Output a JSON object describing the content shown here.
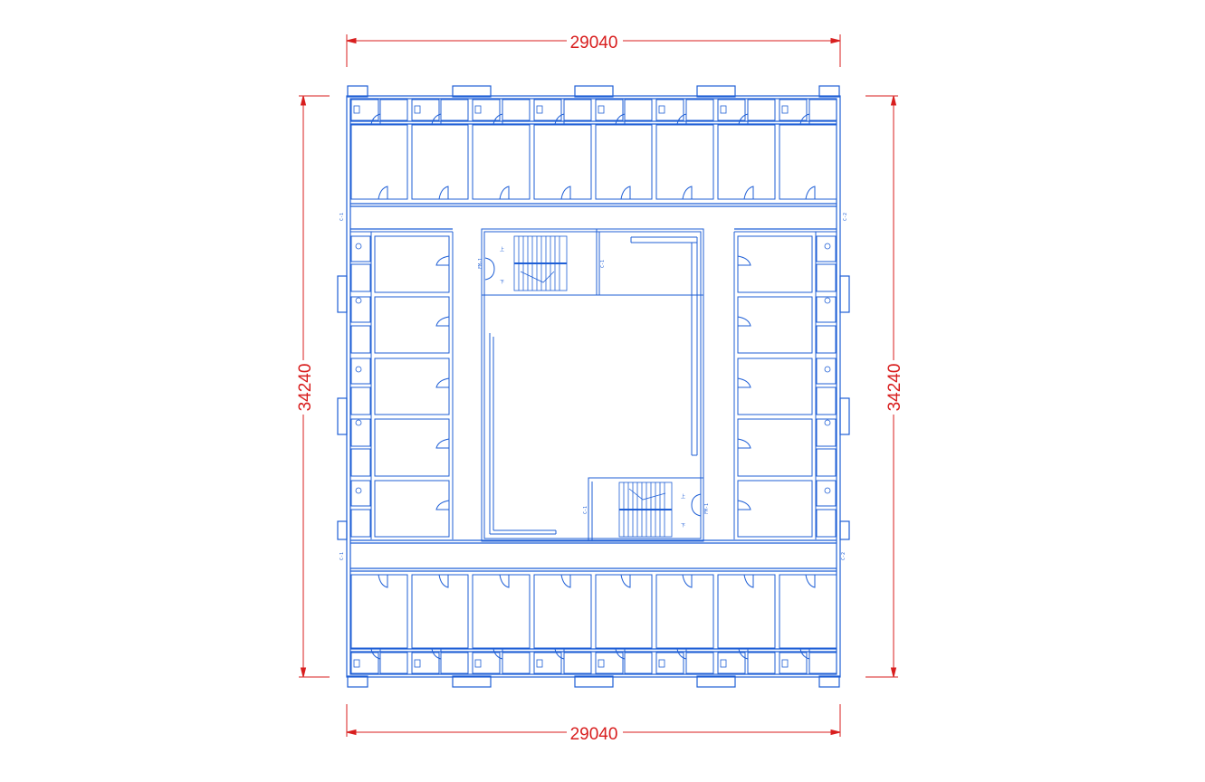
{
  "colors": {
    "wall": "#1f5fd6",
    "wall_light": "#3b7ae8",
    "dimension": "#d81e1e",
    "background": "#ffffff"
  },
  "dimensions": {
    "top_width": "29040",
    "bottom_width": "29040",
    "left_height": "34240",
    "right_height": "34240"
  },
  "labels": {
    "window_side": "C-1",
    "window_side_r": "C-2",
    "stair_door": "FM-1",
    "stair_win": "C-1",
    "up": "上",
    "down": "下"
  }
}
